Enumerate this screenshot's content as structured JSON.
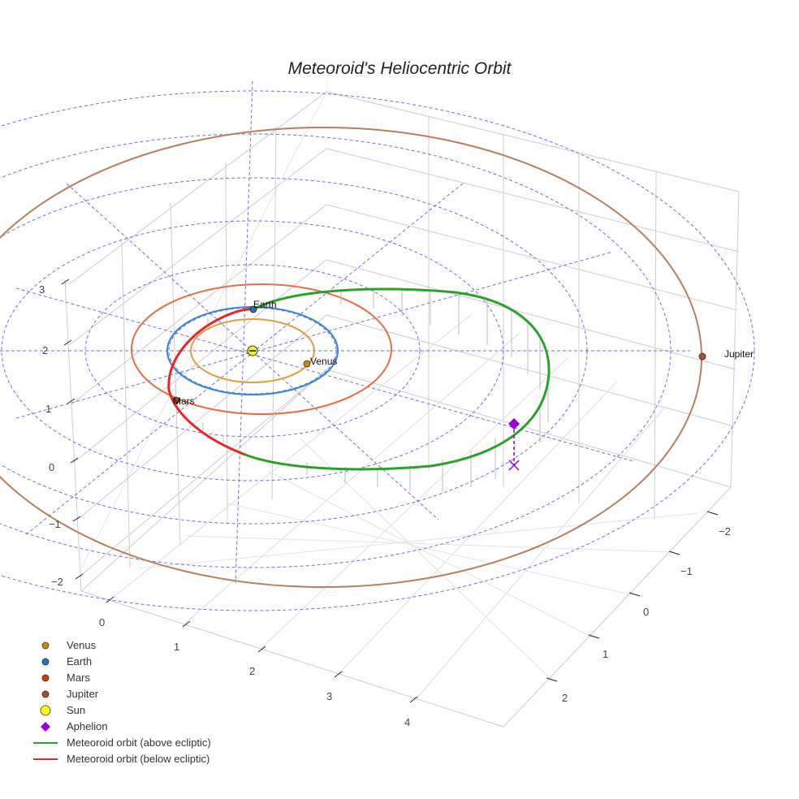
{
  "chart_data": {
    "type": "scatter3d",
    "title": "Meteoroid's Heliocentric Orbit",
    "axes": {
      "x": {
        "ticks": [
          0,
          1,
          2,
          3,
          4
        ],
        "label": ""
      },
      "y": {
        "ticks": [
          -2,
          -1,
          0,
          1,
          2
        ],
        "label": ""
      },
      "z": {
        "ticks": [
          -2,
          -1,
          0,
          1,
          2,
          3
        ],
        "label": ""
      }
    },
    "grid": true,
    "legend_position": "bottom-left",
    "series": [
      {
        "name": "Venus",
        "type": "marker",
        "color": "#c8861e",
        "orbit_color": "#d9a045",
        "radius_au": 0.72
      },
      {
        "name": "Earth",
        "type": "marker",
        "color": "#1f77b4",
        "orbit_color": "#3a86d0",
        "radius_au": 1.0
      },
      {
        "name": "Mars",
        "type": "marker",
        "color": "#c1440e",
        "orbit_color": "#e07048",
        "radius_au": 1.52
      },
      {
        "name": "Jupiter",
        "type": "marker",
        "color": "#a0522d",
        "orbit_color": "#b5805f",
        "radius_au": 5.2
      },
      {
        "name": "Sun",
        "type": "marker",
        "color": "#ffff00"
      },
      {
        "name": "Aphelion",
        "type": "marker",
        "symbol": "diamond",
        "color": "#9400d3"
      },
      {
        "name": "Meteoroid orbit (above ecliptic)",
        "type": "line",
        "color": "#2ca02c"
      },
      {
        "name": "Meteoroid orbit (below ecliptic)",
        "type": "line",
        "color": "#e8262a"
      }
    ],
    "annotations": [
      "Earth",
      "Venus",
      "Mars",
      "Jupiter"
    ],
    "ecliptic_grid": {
      "color": "#5555dd",
      "style": "dashed",
      "rings": 6,
      "spokes": 12
    }
  },
  "title": "Meteoroid's Heliocentric Orbit",
  "legend": {
    "items": [
      {
        "label": "Venus",
        "kind": "dot",
        "color": "#c8861e"
      },
      {
        "label": "Earth",
        "kind": "dot",
        "color": "#1f77b4"
      },
      {
        "label": "Mars",
        "kind": "dot",
        "color": "#c1440e"
      },
      {
        "label": "Jupiter",
        "kind": "dot",
        "color": "#a0522d"
      },
      {
        "label": "Sun",
        "kind": "sun",
        "color": "#ffff00"
      },
      {
        "label": "Aphelion",
        "kind": "diamond",
        "color": "#9400d3"
      },
      {
        "label": "Meteoroid orbit (above ecliptic)",
        "kind": "line",
        "color": "#2ca02c"
      },
      {
        "label": "Meteoroid orbit (below ecliptic)",
        "kind": "line",
        "color": "#e8262a"
      }
    ]
  },
  "labels": {
    "earth": "Earth",
    "venus": "Venus",
    "mars": "Mars",
    "jupiter": "Jupiter"
  },
  "ticks": {
    "z": [
      "3",
      "2",
      "1",
      "0",
      "−1",
      "−2"
    ],
    "x": [
      "0",
      "1",
      "2",
      "3",
      "4"
    ],
    "y": [
      "−2",
      "−1",
      "0",
      "1",
      "2"
    ]
  }
}
